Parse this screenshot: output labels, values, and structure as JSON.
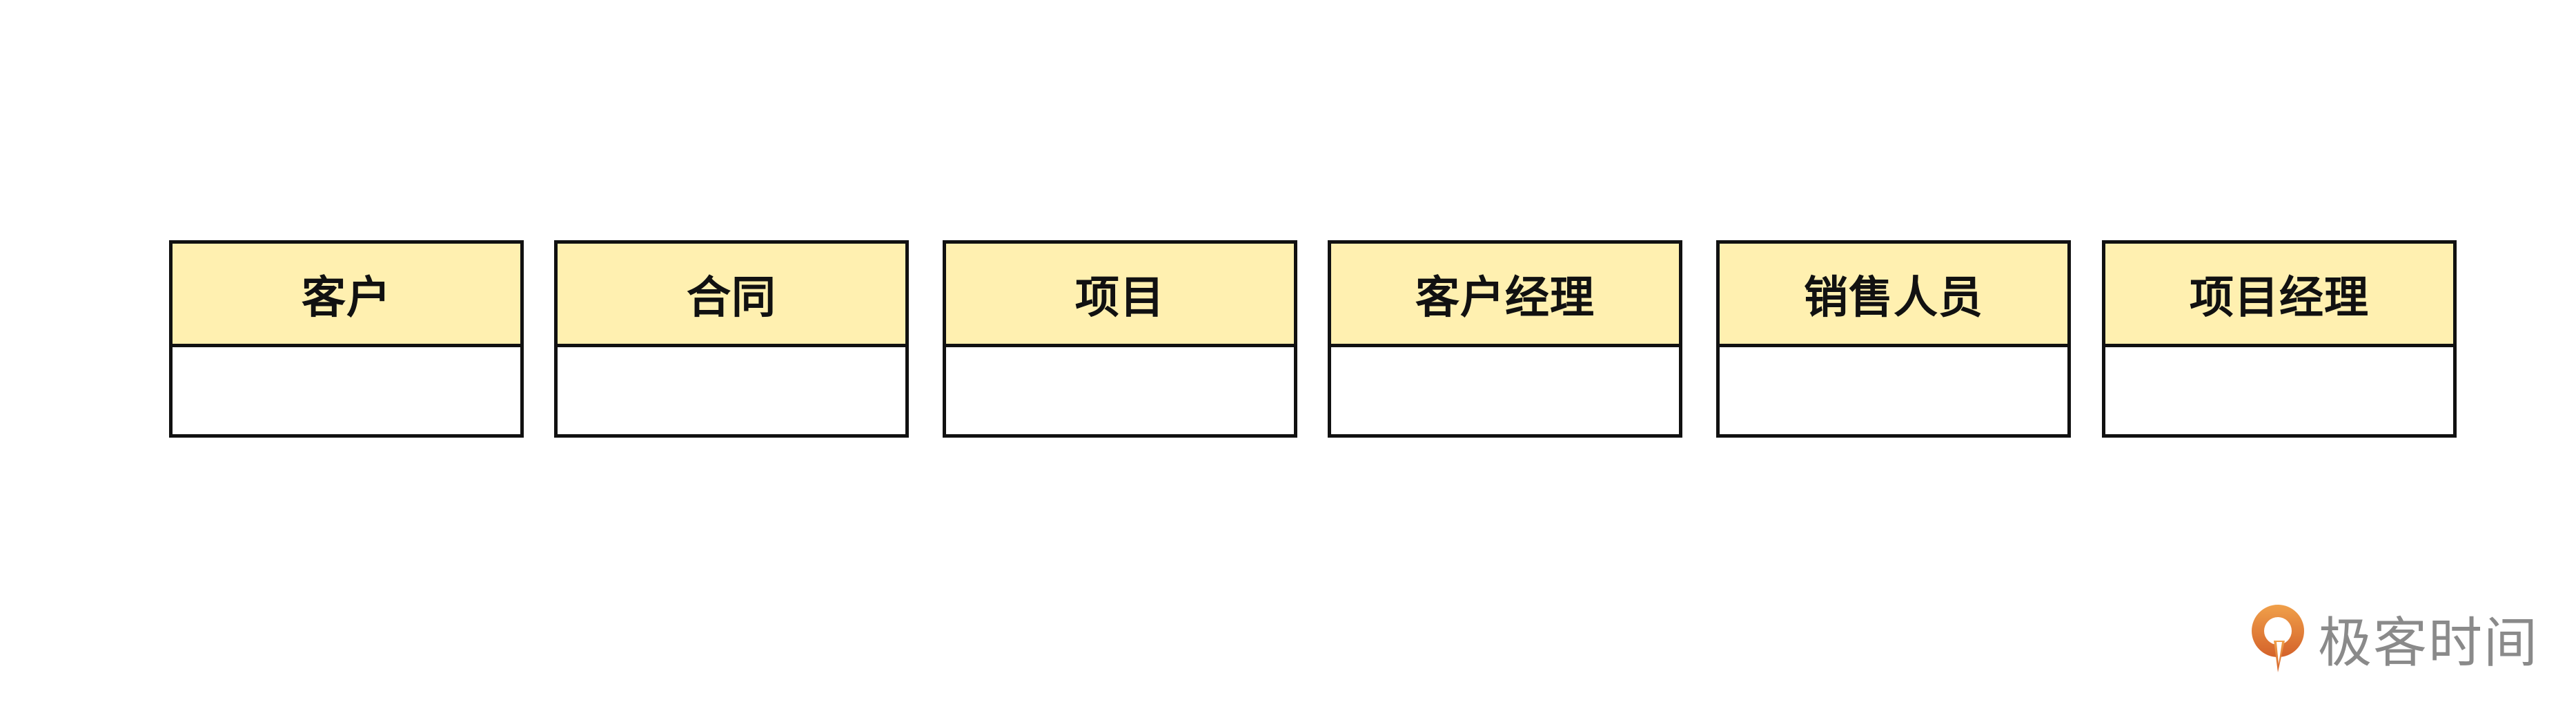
{
  "entities": [
    {
      "title": "客户"
    },
    {
      "title": "合同"
    },
    {
      "title": "项目"
    },
    {
      "title": "客户经理"
    },
    {
      "title": "销售人员"
    },
    {
      "title": "项目经理"
    }
  ],
  "colors": {
    "header_fill": "#fff0b0",
    "border": "#111111",
    "logo_orange": "#e07b2c",
    "logo_text": "#8a8a8a"
  },
  "watermark": {
    "text": "极客时间",
    "icon": "geektime-logo-icon"
  }
}
